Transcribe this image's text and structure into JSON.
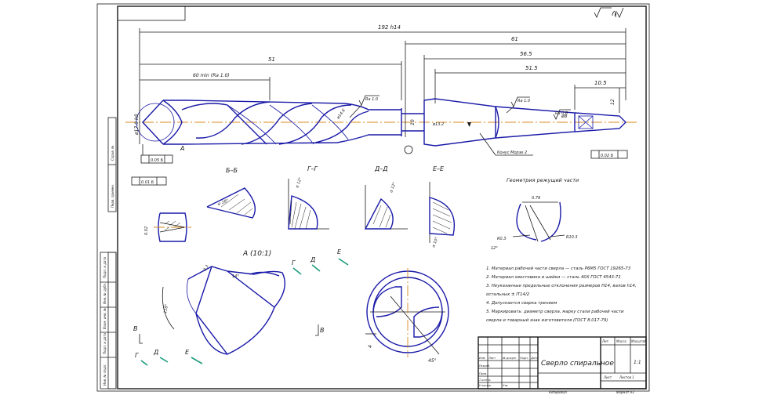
{
  "roughness_symbol": "√Ra 6.3 (√)",
  "dims": {
    "overall_length": "192 h14",
    "d61": "61",
    "d565": "56.5",
    "d515": "51.5",
    "d105": "10.5",
    "d51": "51",
    "flute_len": "60 min (Ra 1.0)",
    "dia": "ø17.0 h8",
    "dia_neck": "ø14.6",
    "shank_dia": "ø13.2",
    "tang": "ø8",
    "d12": "12",
    "d10": "10",
    "ra_a": "Ra 1.0",
    "ra_b": "Ra 1.0",
    "ra_c": "Ra 0.8",
    "taper": "Конус Морзе 2",
    "runout_a": "0.05  Б",
    "runout_b": "0.01  Б",
    "runout_c": "0.02  Б",
    "angle_a": "118°",
    "d4": "4",
    "angle_45": "45°",
    "d03": "0.3",
    "d002": "0.02"
  },
  "views": {
    "bb": "Б–Б",
    "gg": "Г–Г",
    "dd": "Д–Д",
    "ee": "Е–Е",
    "detail": "А (10:1)",
    "geom_title": "Геометрия режущей части",
    "angle_h": "ω 28°",
    "angle_g": "α 12°",
    "angle_d": "α 12°",
    "angle_e": "α 10°",
    "ang79": "0.79",
    "r03": "R0.3",
    "r103": "R10.3",
    "ang12": "12°",
    "a10": "10°",
    "a14": "14°"
  },
  "marks": {
    "A": "А",
    "B": "В",
    "G": "Г",
    "D": "Д",
    "E": "Е"
  },
  "notes": [
    "1. Материал рабочей части сверла — сталь Р6М5 ГОСТ 19265-73",
    "2. Материал хвостовика и шейки — сталь 40Х ГОСТ 4543-71",
    "3. Неуказанные предельные отклонения размеров H14, валов h14,",
    "остальных ± IT14/2",
    "4. Допускается сварка трением",
    "5. Маркировать: диаметр сверла, марку стали рабочей части",
    "сверла и товарный знак изготовителя (ГОСТ 8.017-79)"
  ],
  "title_block": {
    "name": "Сверло спиральное",
    "mass_hdr": "Масса",
    "scale_hdr": "Масштаб",
    "lit_hdr": "Лит.",
    "scale": "1:1",
    "sheet": "Лист",
    "sheets": "Листов 1",
    "rows": [
      "Изм.",
      "Лист",
      "№ докум.",
      "Подп.",
      "Дата"
    ],
    "roles": [
      "Разраб.",
      "Пров.",
      "Т.контр.",
      "Н.контр.",
      "Утв."
    ],
    "copied": "Копировал",
    "format": "Формат A3"
  },
  "left_stamp": [
    "Перв. примен.",
    "Справ. №",
    "Подп. и дата",
    "Инв. № дубл.",
    "Взам. инв. №",
    "Подп. и дата",
    "Инв. № подл."
  ]
}
